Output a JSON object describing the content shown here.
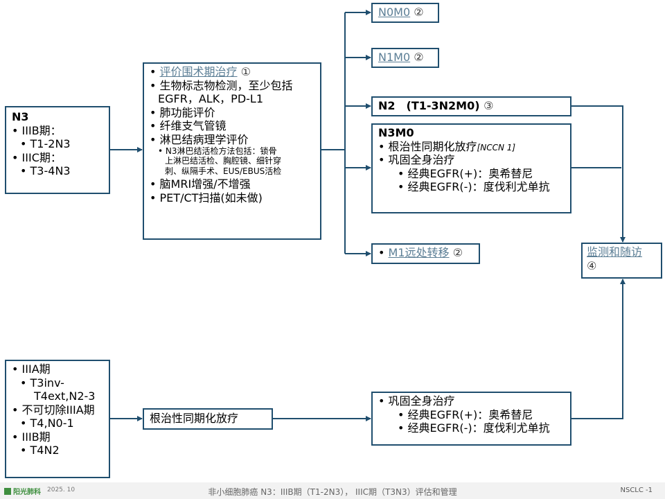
{
  "n3_box": {
    "title": "N3",
    "item1": "IIIB期：",
    "item1_sub": "T1-2N3",
    "item2": "IIIC期：",
    "item2_sub": "T3-4N3"
  },
  "eval_box": {
    "item1": "评价围术期治疗",
    "item1_mark": "①",
    "item2_line1": "生物标志物检测，至少包括",
    "item2_line2": "EGFR，ALK，PD-L1",
    "item3": "肺功能评价",
    "item4": "纤维支气管镜",
    "item5": "淋巴结病理学评价",
    "sub_line1": "N3淋巴结活检方法包括：锁骨",
    "sub_line2": "上淋巴结活检、胸腔镜、细针穿",
    "sub_line3": "刺、纵隔手术、EUS/EBUS活检",
    "item6": "脑MRI增强/不增强",
    "item7": "PET/CT扫描(如未做)"
  },
  "n0m0": {
    "label": "N0M0",
    "mark": "②"
  },
  "n1m0": {
    "label": "N1M0",
    "mark": "②"
  },
  "n2": {
    "label": "N2　(T1-3N2M0)",
    "mark": "③"
  },
  "n3m0": {
    "title": "N3M0",
    "item1": "根治性同期化放疗",
    "item1_ref": "[NCCN 1]",
    "item2": "巩固全身治疗",
    "sub1": "经典EGFR(+)：奥希替尼",
    "sub2": "经典EGFR(-)：度伐利尤单抗"
  },
  "m1": {
    "label": "M1远处转移",
    "mark": "②"
  },
  "monitor": {
    "label": "监测和随访",
    "mark": "④"
  },
  "iiia_box": {
    "item1": "IIIA期",
    "item1_sub_line1": "T3inv-",
    "item1_sub_line2": "T4ext,N2-3",
    "item2": "不可切除IIIA期",
    "item2_sub": "T4,N0-1",
    "item3": "IIIB期",
    "item3_sub": "T4N2"
  },
  "crt_box": {
    "label": "根治性同期化放疗"
  },
  "consol_box": {
    "item1": "巩固全身治疗",
    "sub1": "经典EGFR(+)：奥希替尼",
    "sub2": "经典EGFR(-)：度伐利尤单抗"
  },
  "footer": {
    "logo": "阳光肺科",
    "date": "2025. 10",
    "title": "非小细胞肺癌 N3：IIIB期（T1-2N3），  IIIC期（T3N3）评估和管理",
    "code": "NSCLC -1"
  },
  "colors": {
    "box_border": "#1f4e6e",
    "link": "#5b7e95",
    "footer_bg": "#f2f2f2"
  }
}
